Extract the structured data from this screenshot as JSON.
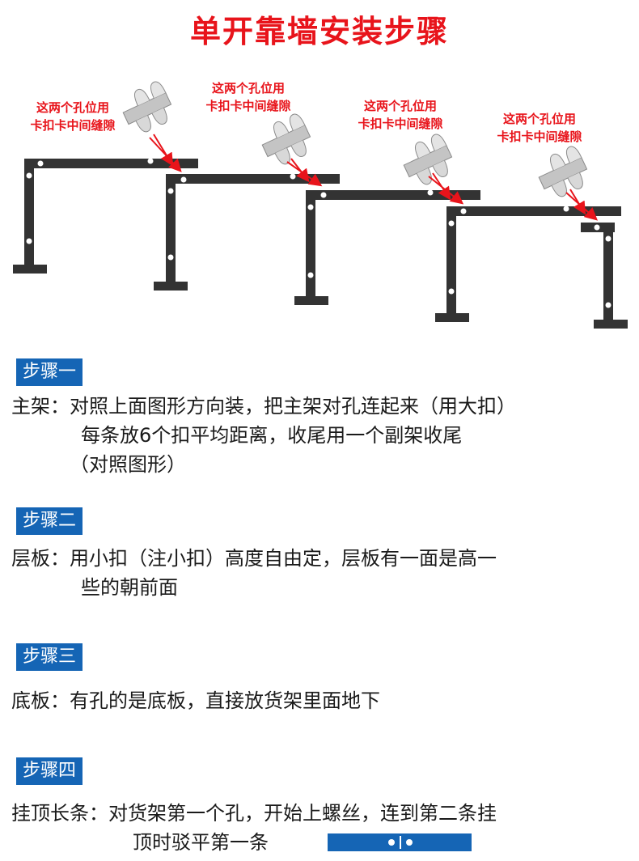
{
  "title": "单开靠墙安装步骤",
  "diagram": {
    "callouts": [
      {
        "line1": "这两个孔位用",
        "line2": "卡扣卡中间缝隙"
      },
      {
        "line1": "这两个孔位用",
        "line2": "卡扣卡中间缝隙"
      },
      {
        "line1": "这两个孔位用",
        "line2": "卡扣卡中间缝隙"
      },
      {
        "line1": "这两个孔位用",
        "line2": "卡扣卡中间缝隙"
      }
    ],
    "colors": {
      "frame": "#333333",
      "clip": "#b8b8b8",
      "arrow": "#e8141b",
      "hole": "#ffffff"
    }
  },
  "steps": [
    {
      "label": "步骤一",
      "lines": [
        "主架：对照上面图形方向装，把主架对孔连起来（用大扣）",
        "每条放6个扣平均距离，收尾用一个副架收尾",
        "（对照图形）"
      ]
    },
    {
      "label": "步骤二",
      "lines": [
        "层板：用小扣（注小扣）高度自由定，层板有一面是高一",
        "些的朝前面"
      ]
    },
    {
      "label": "步骤三",
      "lines": [
        "底板：有孔的是底板，直接放货架里面地下"
      ]
    },
    {
      "label": "步骤四",
      "lines": [
        "挂顶长条：对货架第一个孔，开始上螺丝，连到第二条挂",
        "顶时驳平第一条"
      ]
    }
  ],
  "colors": {
    "title": "#e8141b",
    "step_label_bg": "#1565b5",
    "step_label_text": "#ffffff"
  }
}
